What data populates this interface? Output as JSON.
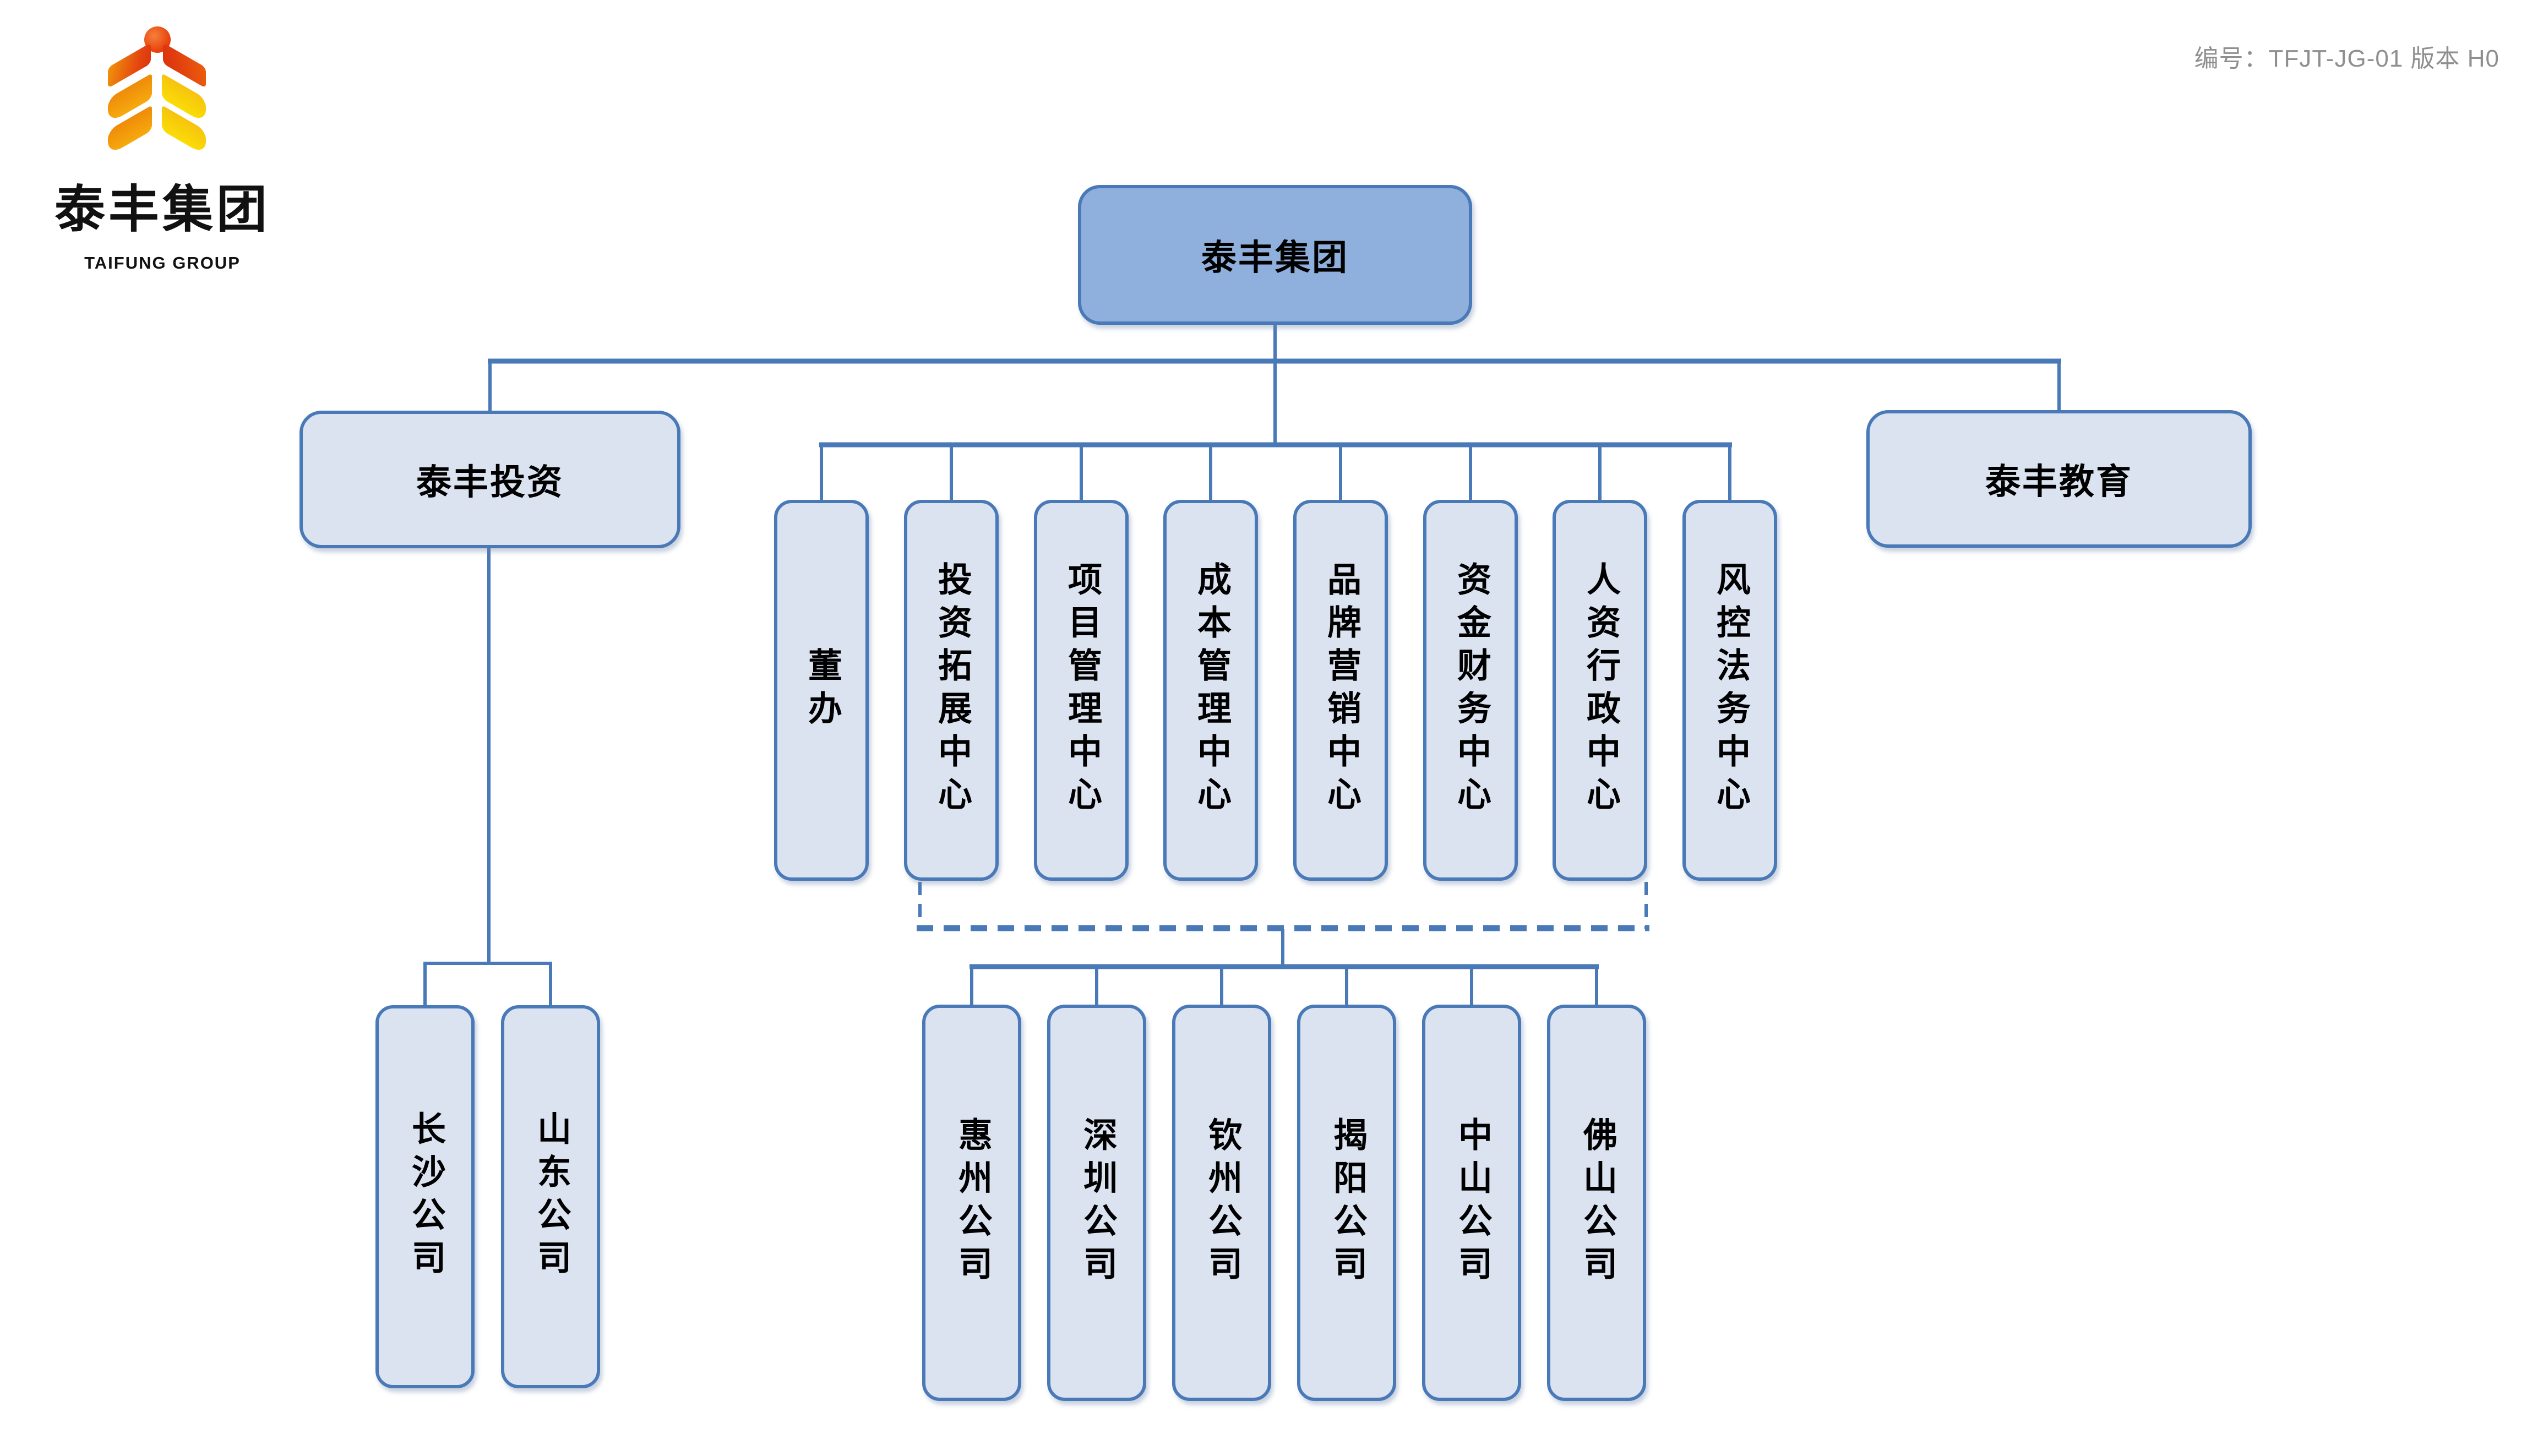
{
  "header": {
    "logo_title": "泰丰集团",
    "logo_subtitle": "TAIFUNG GROUP",
    "doc_code": "编号：TFJT-JG-01  版本 H0"
  },
  "colors": {
    "accent": "#4A79B8",
    "root-fill": "#8FB0DC",
    "node-fill": "#DBE3F1",
    "text": "#000000",
    "doc-code-color": "#8F8F8F",
    "logo-red": "#E23C0F",
    "logo-orange": "#F0930B",
    "logo-yellow": "#F7D409"
  },
  "org": {
    "root": {
      "label": "泰丰集团"
    },
    "investment_branch": {
      "label": "泰丰投资",
      "children": [
        {
          "label": "长沙公司"
        },
        {
          "label": "山东公司"
        }
      ]
    },
    "education_branch": {
      "label": "泰丰教育"
    },
    "centers": [
      {
        "label": "董办"
      },
      {
        "label": "投资拓展中心"
      },
      {
        "label": "项目管理中心"
      },
      {
        "label": "成本管理中心"
      },
      {
        "label": "品牌营销中心"
      },
      {
        "label": "资金财务中心"
      },
      {
        "label": "人资行政中心"
      },
      {
        "label": "风控法务中心"
      }
    ],
    "subsidiaries": [
      {
        "label": "惠州公司"
      },
      {
        "label": "深圳公司"
      },
      {
        "label": "钦州公司"
      },
      {
        "label": "揭阳公司"
      },
      {
        "label": "中山公司"
      },
      {
        "label": "佛山公司"
      }
    ]
  }
}
